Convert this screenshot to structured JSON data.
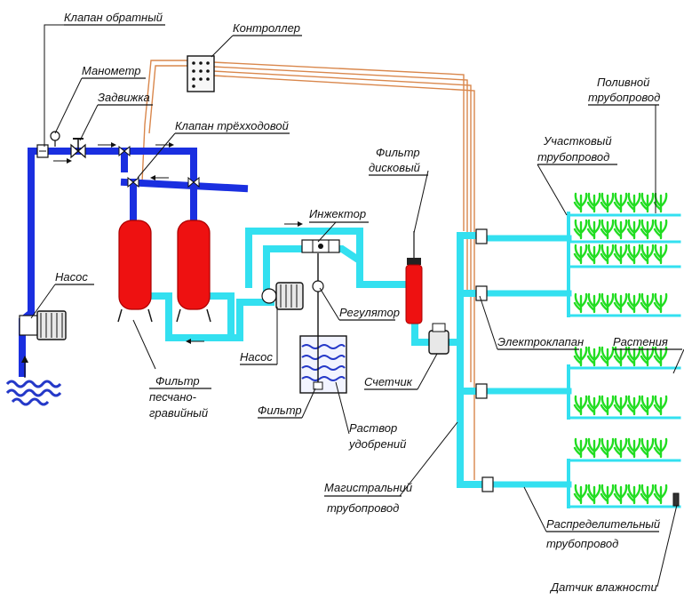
{
  "labels": {
    "check_valve": "Клапан обратный",
    "pressure_gauge": "Манометр",
    "gate_valve": "Задвижка",
    "controller": "Контроллер",
    "three_way_valve": "Клапан трёхходовой",
    "pump_main": "Насос",
    "sand_filter_l1": "Фильтр",
    "sand_filter_l2": "песчано-",
    "sand_filter_l3": "гравийный",
    "pump_fert": "Насос",
    "injector": "Инжектор",
    "regulator": "Регулятор",
    "filter": "Фильтр",
    "fert_l1": "Раствор",
    "fert_l2": "удобрений",
    "disc_filter_l1": "Фильтр",
    "disc_filter_l2": "дисковый",
    "meter": "Счетчик",
    "main_pipe_l1": "Магистральний",
    "main_pipe_l2": "трубопровод",
    "section_pipe_l1": "Участковый",
    "section_pipe_l2": "трубопровод",
    "irrigation_pipe_l1": "Поливной",
    "irrigation_pipe_l2": "трубопровод",
    "solenoid_valve": "Электроклапан",
    "plants": "Растения",
    "dist_pipe_l1": "Распределительный",
    "dist_pipe_l2": "трубопровод",
    "moisture_sensor": "Датчик влажности"
  },
  "colors": {
    "pipe_pressure": "#1a2fe0",
    "pipe_distribution": "#33e0f0",
    "tank": "#ee1111",
    "plant": "#22dd22",
    "wire": "#d9874c",
    "water": "#2438c8"
  }
}
